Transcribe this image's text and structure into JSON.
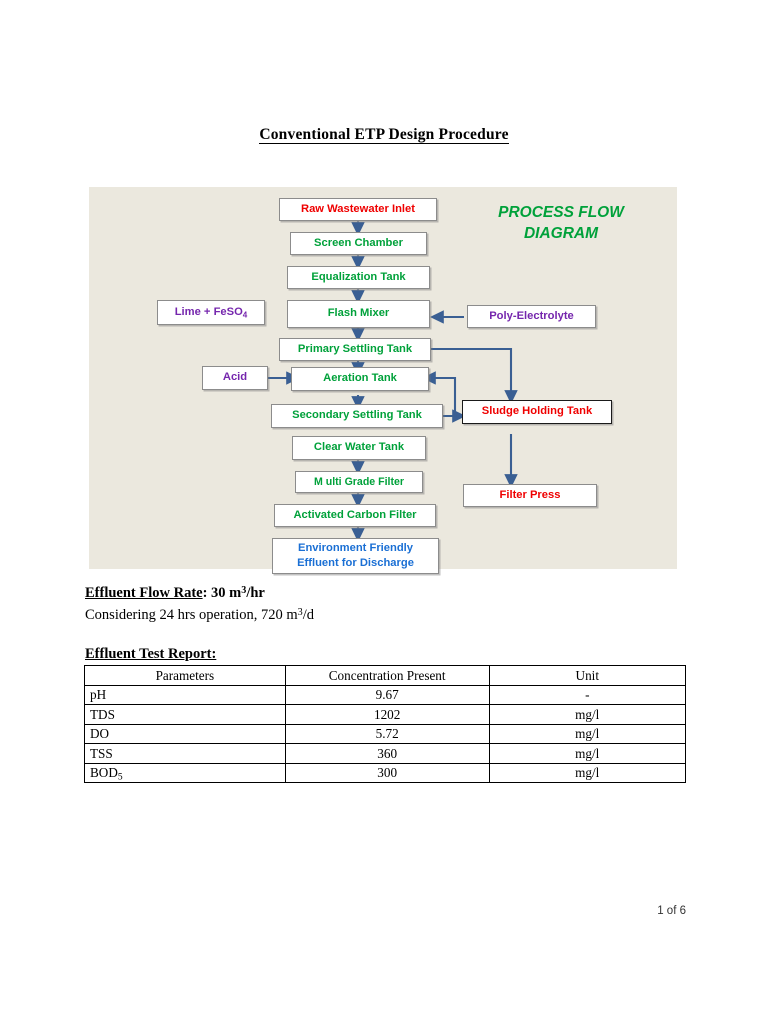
{
  "document": {
    "title": "Conventional ETP Design Procedure",
    "footer": "1 of 6"
  },
  "diagram": {
    "heading_line1": "PROCESS FLOW",
    "heading_line2": "DIAGRAM",
    "background_color": "#ebe8de",
    "colors": {
      "red": "#ef0000",
      "green": "#00a13a",
      "purple": "#7526ad",
      "blue": "#1a6fd4",
      "arrow": "#3a5f93",
      "arrow_light": "#8893a6"
    },
    "nodes": {
      "raw_inlet": "Raw Wastewater Inlet",
      "screen_chamber": "Screen Chamber",
      "equalization_tank": "Equalization Tank",
      "lime_feso4_pre": "Lime + FeSO",
      "lime_feso4_sub": "4",
      "flash_mixer": "Flash Mixer",
      "poly_electrolyte": "Poly-Electrolyte",
      "primary_settling_tank": "Primary Settling Tank",
      "acid": "Acid",
      "aeration_tank": "Aeration Tank",
      "sludge_holding_tank": "Sludge Holding Tank",
      "secondary_settling_tank": "Secondary Settling Tank",
      "clear_water_tank": "Clear Water Tank",
      "multi_grade_filter": "M ulti Grade Filter",
      "filter_press": "Filter Press",
      "activated_carbon_filter": "Activated Carbon Filter",
      "final_effluent_line1": "Environment Friendly",
      "final_effluent_line2": "Effluent for Discharge"
    }
  },
  "flow_rate": {
    "label": "Effluent Flow Rate",
    "separator": ": 30 m",
    "exponent": "3",
    "unit_tail": "/hr",
    "note_pre": "Considering 24 hrs operation, 720 m",
    "note_exponent": "3",
    "note_tail": "/d"
  },
  "report": {
    "heading": "Effluent Test Report:",
    "columns": [
      "Parameters",
      "Concentration Present",
      "Unit"
    ],
    "rows": [
      {
        "parameter": "pH",
        "sub": "",
        "concentration": "9.67",
        "unit": "-"
      },
      {
        "parameter": "TDS",
        "sub": "",
        "concentration": "1202",
        "unit": "mg/l"
      },
      {
        "parameter": "DO",
        "sub": "",
        "concentration": "5.72",
        "unit": "mg/l"
      },
      {
        "parameter": "TSS",
        "sub": "",
        "concentration": "360",
        "unit": "mg/l"
      },
      {
        "parameter": "BOD",
        "sub": "5",
        "concentration": "300",
        "unit": "mg/l"
      }
    ]
  }
}
